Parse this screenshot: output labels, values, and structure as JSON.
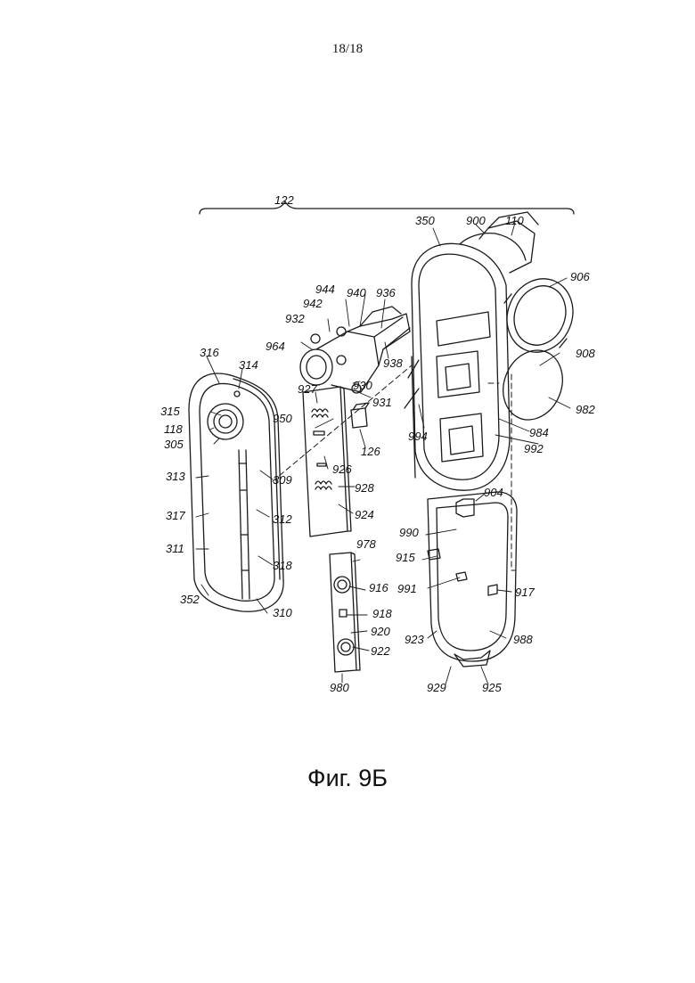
{
  "page": {
    "number": "18/18",
    "caption": "Фиг. 9Б"
  },
  "assembly_ref": "122",
  "labels": {
    "l350": "350",
    "l900": "900",
    "l110": "110",
    "l906": "906",
    "l908": "908",
    "l982": "982",
    "l984": "984",
    "l992": "992",
    "l994": "994",
    "l944": "944",
    "l940": "940",
    "l936": "936",
    "l942": "942",
    "l932": "932",
    "l964": "964",
    "l938": "938",
    "l930": "930",
    "l931": "931",
    "l927": "927",
    "l950": "950",
    "l126": "126",
    "l926": "926",
    "l928": "928",
    "l924": "924",
    "l316": "316",
    "l314": "314",
    "l315": "315",
    "l118": "118",
    "l305": "305",
    "l313": "313",
    "l309": "309",
    "l317": "317",
    "l312": "312",
    "l311": "311",
    "l318": "318",
    "l352": "352",
    "l310": "310",
    "l978": "978",
    "l916": "916",
    "l918": "918",
    "l920": "920",
    "l922": "922",
    "l980": "980",
    "l904": "904",
    "l990": "990",
    "l915": "915",
    "l991": "991",
    "l917": "917",
    "l923": "923",
    "l988": "988",
    "l929": "929",
    "l925": "925"
  }
}
